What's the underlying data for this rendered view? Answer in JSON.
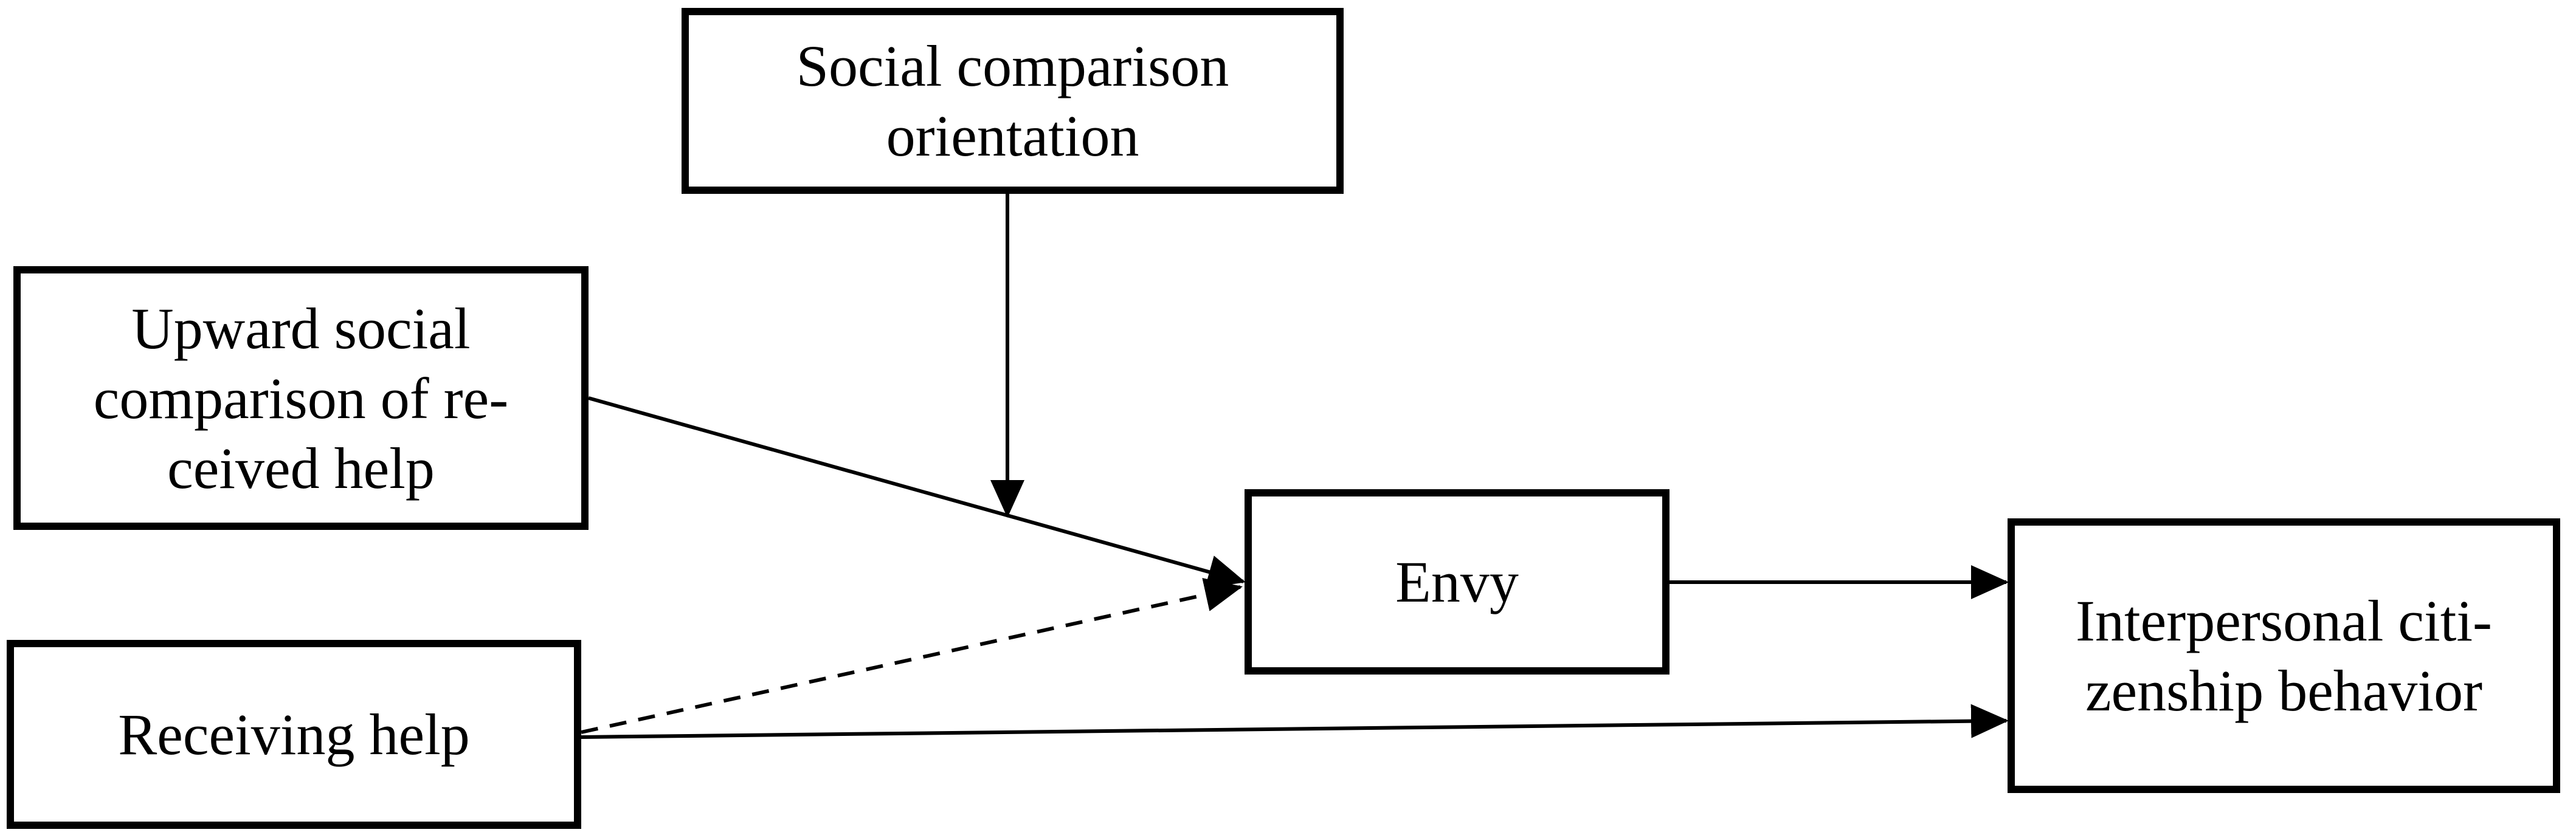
{
  "diagram": {
    "background_color": "#ffffff",
    "line_color": "#000000",
    "border_color": "#000000",
    "text_color": "#000000"
  },
  "nodes": {
    "sco": {
      "label": "Social comparison orientation",
      "lines": [
        "Social comparison",
        "orientation"
      ]
    },
    "usc": {
      "label": "Upward social comparison of received help",
      "lines": [
        "Upward social",
        "comparison of re-",
        "ceived help"
      ]
    },
    "rh": {
      "label": "Receiving help",
      "lines": [
        "Receiving help"
      ]
    },
    "envy": {
      "label": "Envy",
      "lines": [
        "Envy"
      ]
    },
    "icb": {
      "label": "Interpersonal citizenship behavior",
      "lines": [
        "Interpersonal citi-",
        "zenship behavior"
      ]
    }
  },
  "edges": [
    {
      "from": "Upward social comparison of received help",
      "to": "Envy",
      "style": "solid",
      "type": "direct"
    },
    {
      "from": "Receiving help",
      "to": "Envy",
      "style": "dashed",
      "type": "direct"
    },
    {
      "from": "Envy",
      "to": "Interpersonal citizenship behavior",
      "style": "solid",
      "type": "direct"
    },
    {
      "from": "Receiving help",
      "to": "Interpersonal citizenship behavior",
      "style": "solid",
      "type": "direct"
    },
    {
      "from": "Social comparison orientation",
      "to": "path: Upward social comparison of received help → Envy",
      "style": "solid",
      "type": "moderation"
    }
  ]
}
